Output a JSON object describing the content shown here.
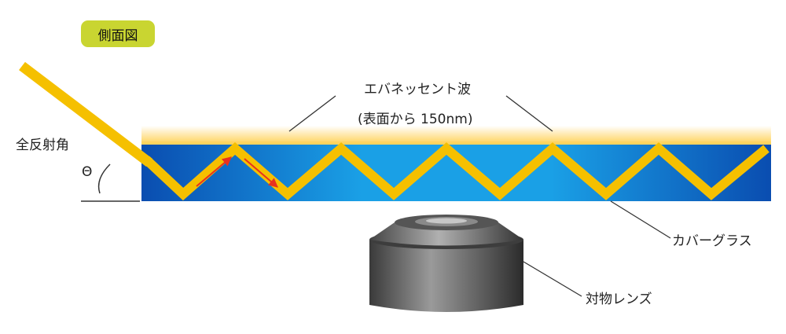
{
  "labels": {
    "view_badge": "側面図",
    "evanescent_wave": "エバネッセント波",
    "evanescent_depth": "(表面から 150nm)",
    "total_reflection_angle": "全反射角",
    "theta": "Θ",
    "cover_glass": "カバーグラス",
    "objective_lens": "対物レンズ"
  },
  "colors": {
    "badge": "#c9d531",
    "beam": "#f5c000",
    "glass_dark": "#0a4db0",
    "glass_light": "#1aa0e6",
    "evanescent_glow": "#ffd460",
    "arrow": "#e8311f",
    "lens_dark": "#2b2b2b",
    "lens_light": "#9a9a9a",
    "leader_line": "#333333"
  }
}
